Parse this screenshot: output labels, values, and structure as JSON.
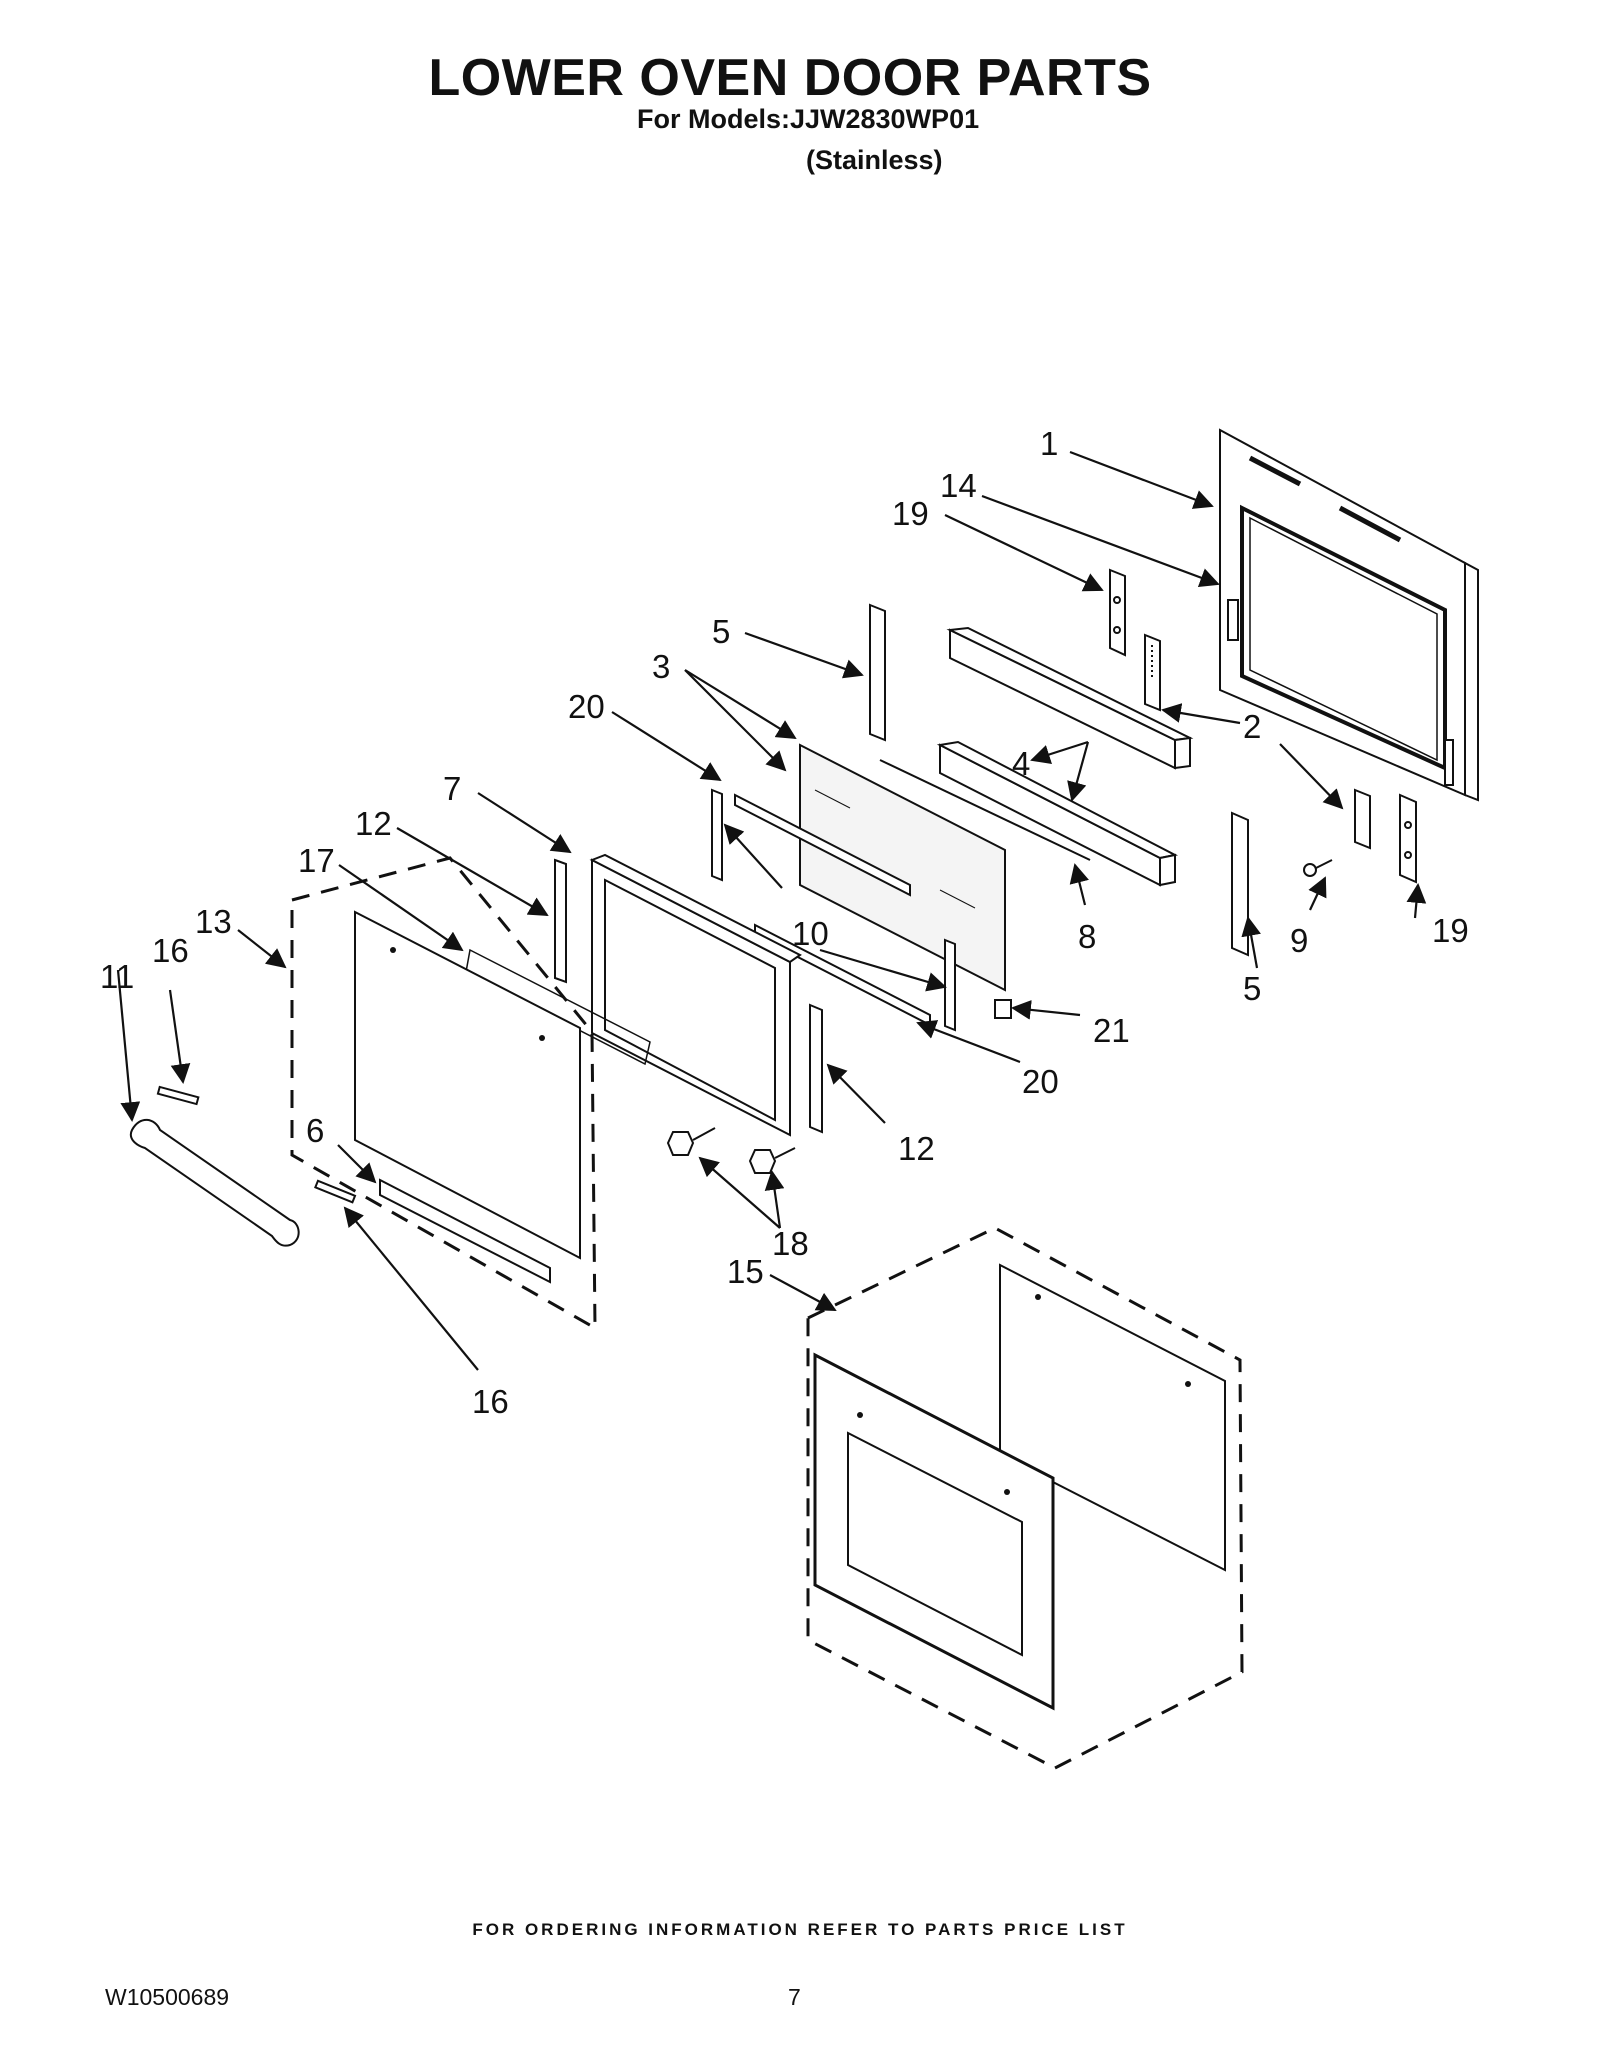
{
  "header": {
    "title": "LOWER OVEN DOOR PARTS",
    "subtitle": "For Models:JJW2830WP01",
    "variant": "(Stainless)"
  },
  "callouts": {
    "c1": "1",
    "c14": "14",
    "c19a": "19",
    "c5a": "5",
    "c3": "3",
    "c20a": "20",
    "c2": "2",
    "c4": "4",
    "c7": "7",
    "c12a": "12",
    "c17": "17",
    "c13": "13",
    "c16a": "16",
    "c11": "11",
    "c10": "10",
    "c8": "8",
    "c9": "9",
    "c19b": "19",
    "c5b": "5",
    "c21": "21",
    "c20b": "20",
    "c12b": "12",
    "c6": "6",
    "c18": "18",
    "c15": "15",
    "c16b": "16"
  },
  "footer": {
    "note": "FOR ORDERING INFORMATION REFER TO PARTS PRICE LIST",
    "doc_number": "W10500689",
    "page_number": "7"
  },
  "colors": {
    "ink": "#111111",
    "glass_fill": "#f4f4f4",
    "part_fill": "#ffffff"
  }
}
